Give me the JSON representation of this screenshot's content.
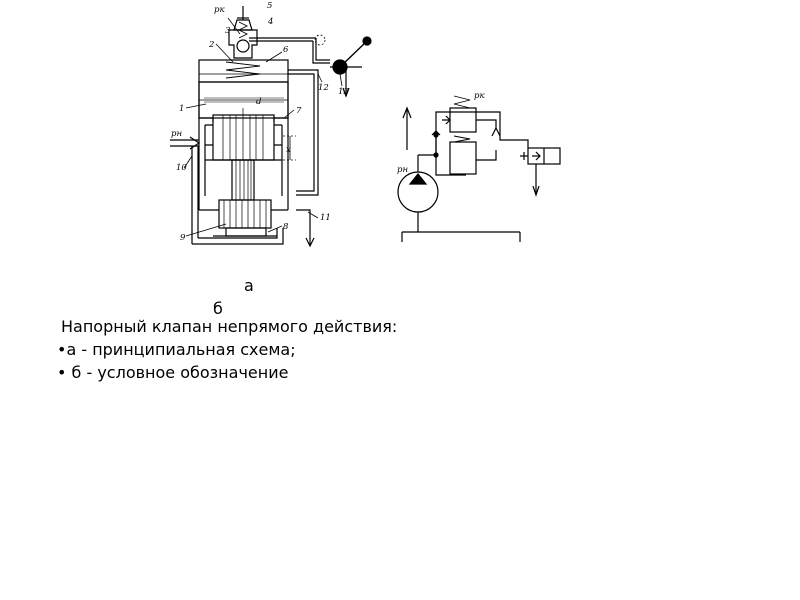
{
  "figure_a": {
    "labels": {
      "pk": "pк",
      "pn": "pн",
      "n1": "1",
      "n2": "2",
      "n3": "3",
      "n4": "4",
      "n5": "5",
      "n6": "6",
      "n7": "7",
      "n8": "8",
      "n9": "9",
      "n10": "10",
      "n11": "11",
      "n12": "12",
      "n13": "13",
      "x": "x",
      "d": "d"
    }
  },
  "figure_b": {
    "labels": {
      "pk": "pк",
      "pn": "pн"
    }
  },
  "sublabel_a": "а",
  "sublabel_b": "б",
  "caption": {
    "title": "Напорный клапан непрямого действия:",
    "items": [
      "•а - принципиальная схема;",
      "• б - условное обозначение"
    ]
  }
}
